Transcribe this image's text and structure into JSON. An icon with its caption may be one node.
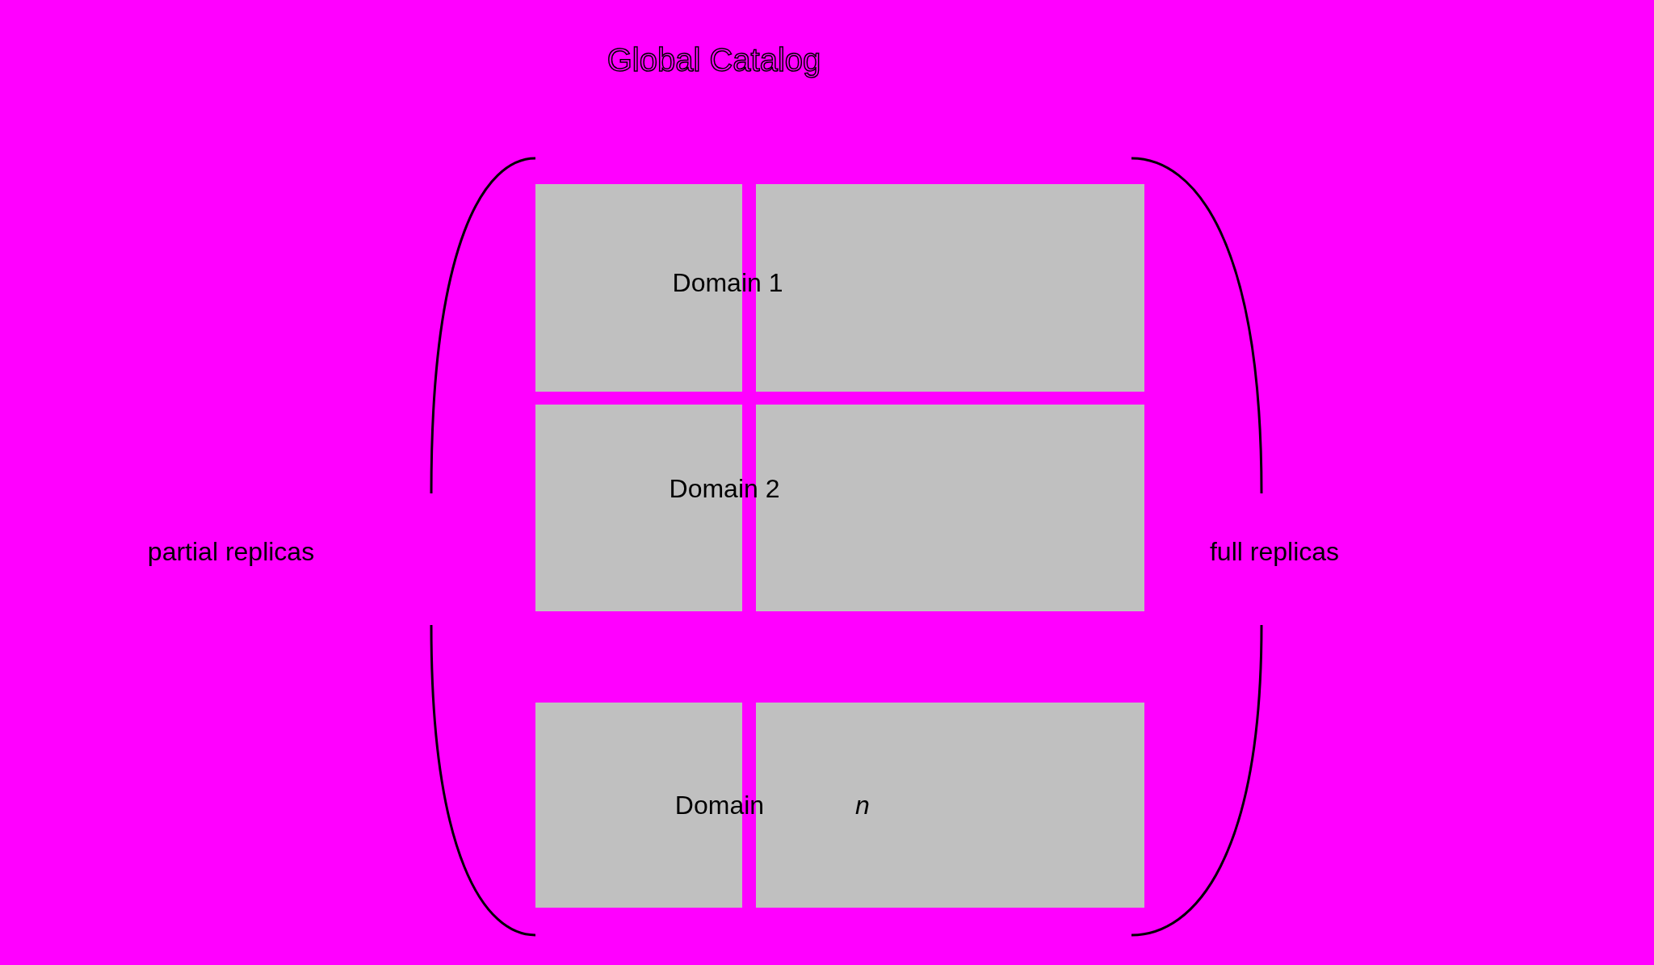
{
  "diagram": {
    "title": "Global Catalog",
    "nodes": [
      {
        "text": [],
        "shape": "box"
      },
      {
        "text": [],
        "shape": "box"
      },
      {
        "text": [],
        "shape": "box"
      },
      {
        "text": [],
        "shape": "box"
      },
      {
        "text": [],
        "shape": "box"
      },
      {
        "text": [],
        "shape": "box"
      }
    ],
    "edges": [],
    "labels": [
      "Domain 1",
      "Domain 2",
      "partial replicas",
      "full replicas",
      "Domain",
      "n"
    ]
  }
}
